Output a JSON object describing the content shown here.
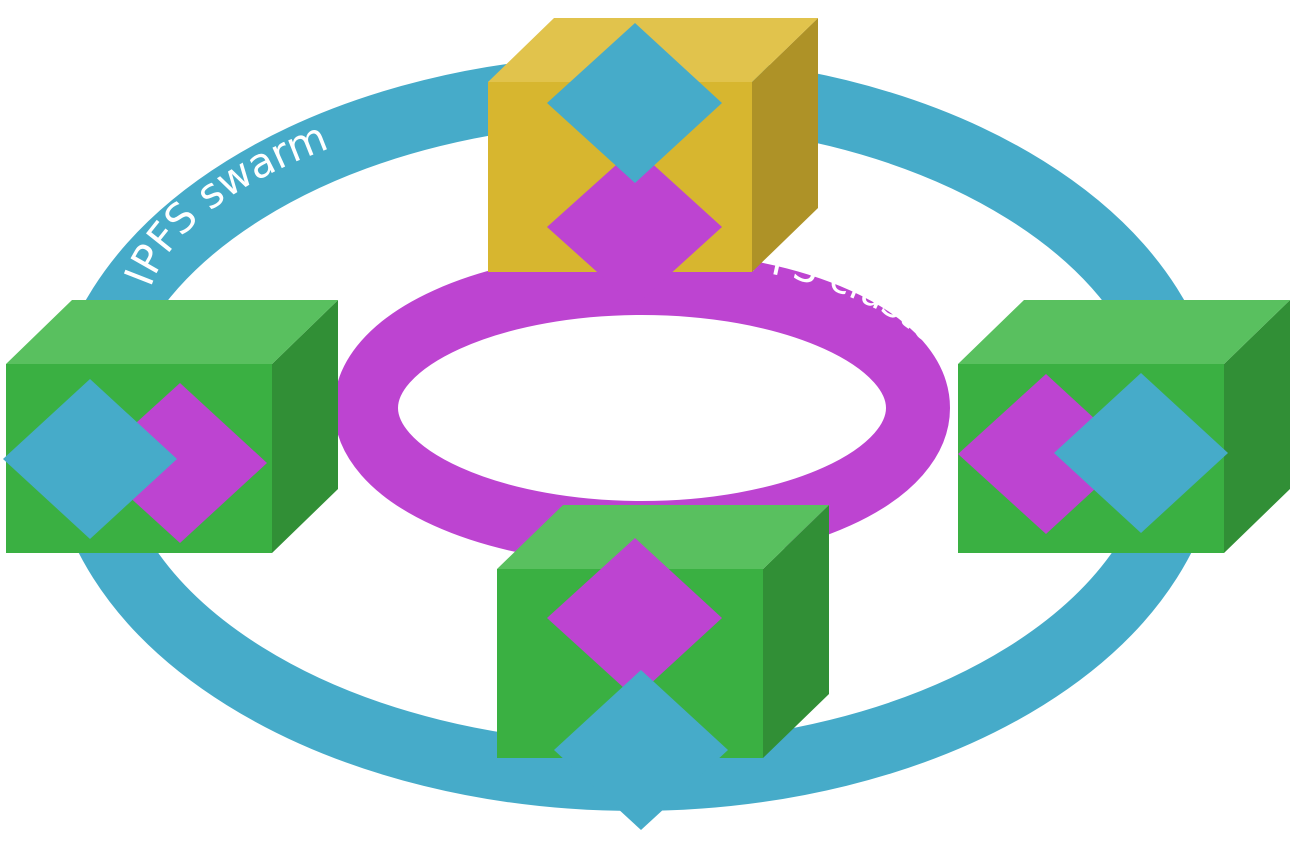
{
  "diagram": {
    "swarm": {
      "label": "IPFS swarm",
      "color": "#46abc9"
    },
    "cluster": {
      "label": "IPFS cluster",
      "color": "#bd44d1"
    },
    "label_color": "#ffffff",
    "background": "#ffffff",
    "node_colors": {
      "yellow": {
        "front": "#d7b62f",
        "top": "#e1c34c",
        "side": "#ae9227"
      },
      "green": {
        "front": "#3ab042",
        "top": "#59c05f",
        "side": "#318f36"
      }
    },
    "nodes": [
      {
        "name": "node-top",
        "color": "yellow"
      },
      {
        "name": "node-left",
        "color": "green"
      },
      {
        "name": "node-right",
        "color": "green"
      },
      {
        "name": "node-bottom",
        "color": "green"
      }
    ]
  }
}
